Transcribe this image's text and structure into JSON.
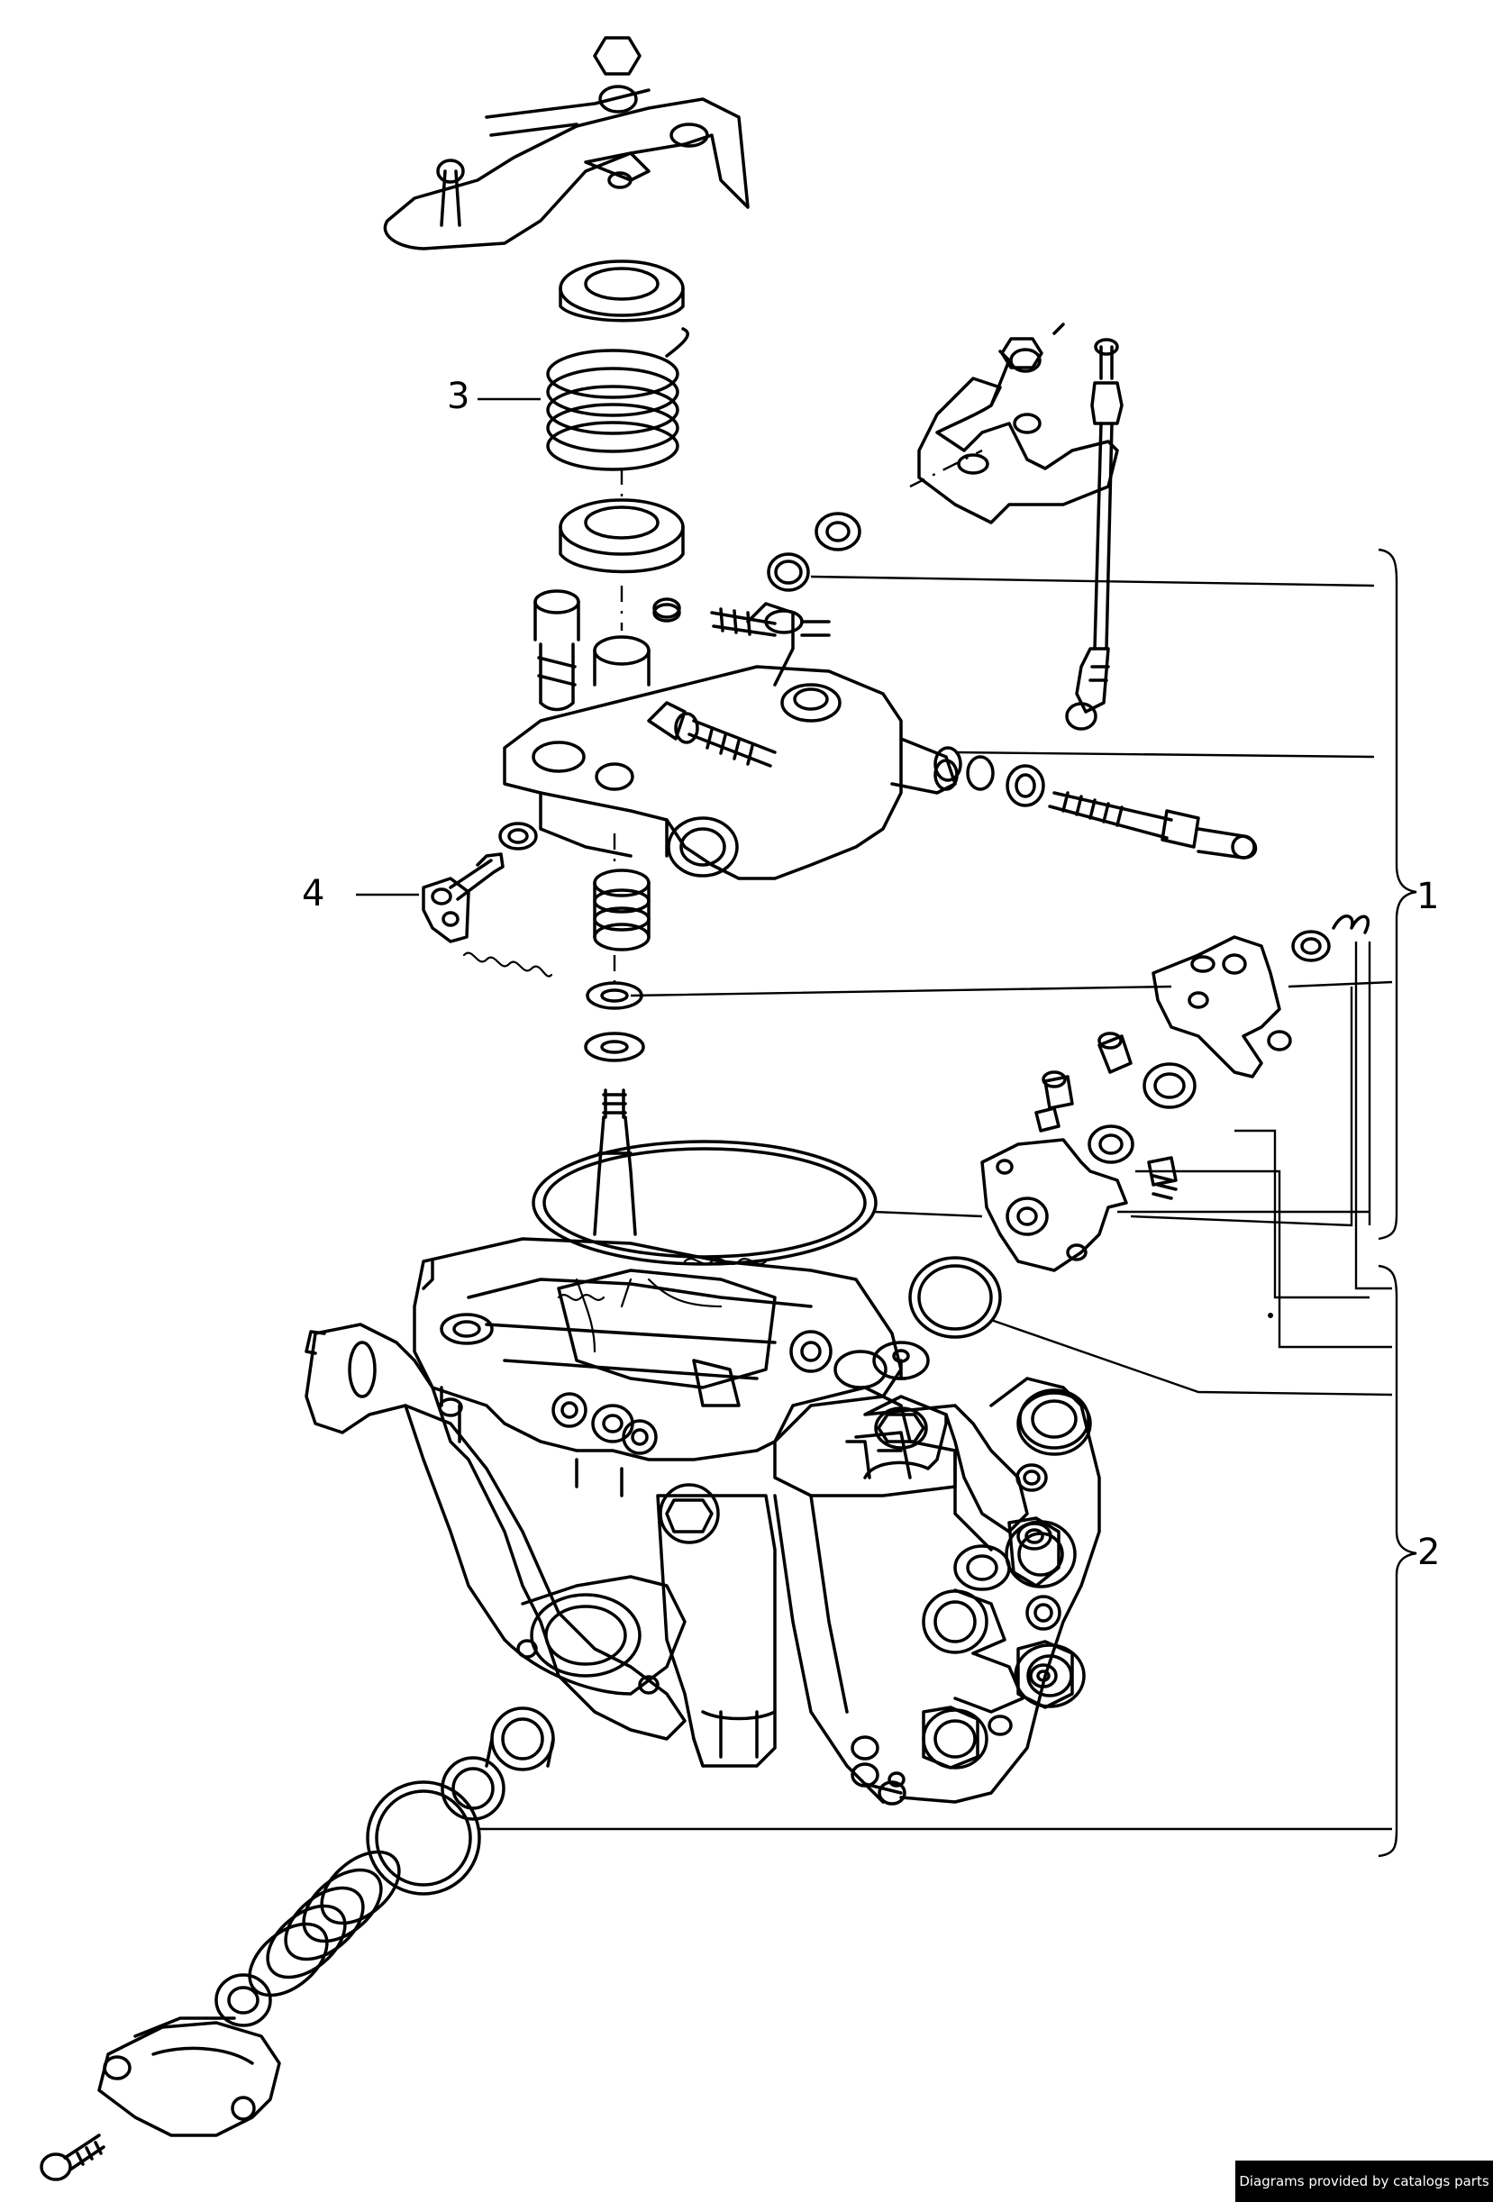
{
  "callouts": {
    "c1": "1",
    "c2": "2",
    "c3": "3",
    "c4": "4"
  },
  "footer": {
    "credit": "Diagrams provided by catalogs parts"
  }
}
